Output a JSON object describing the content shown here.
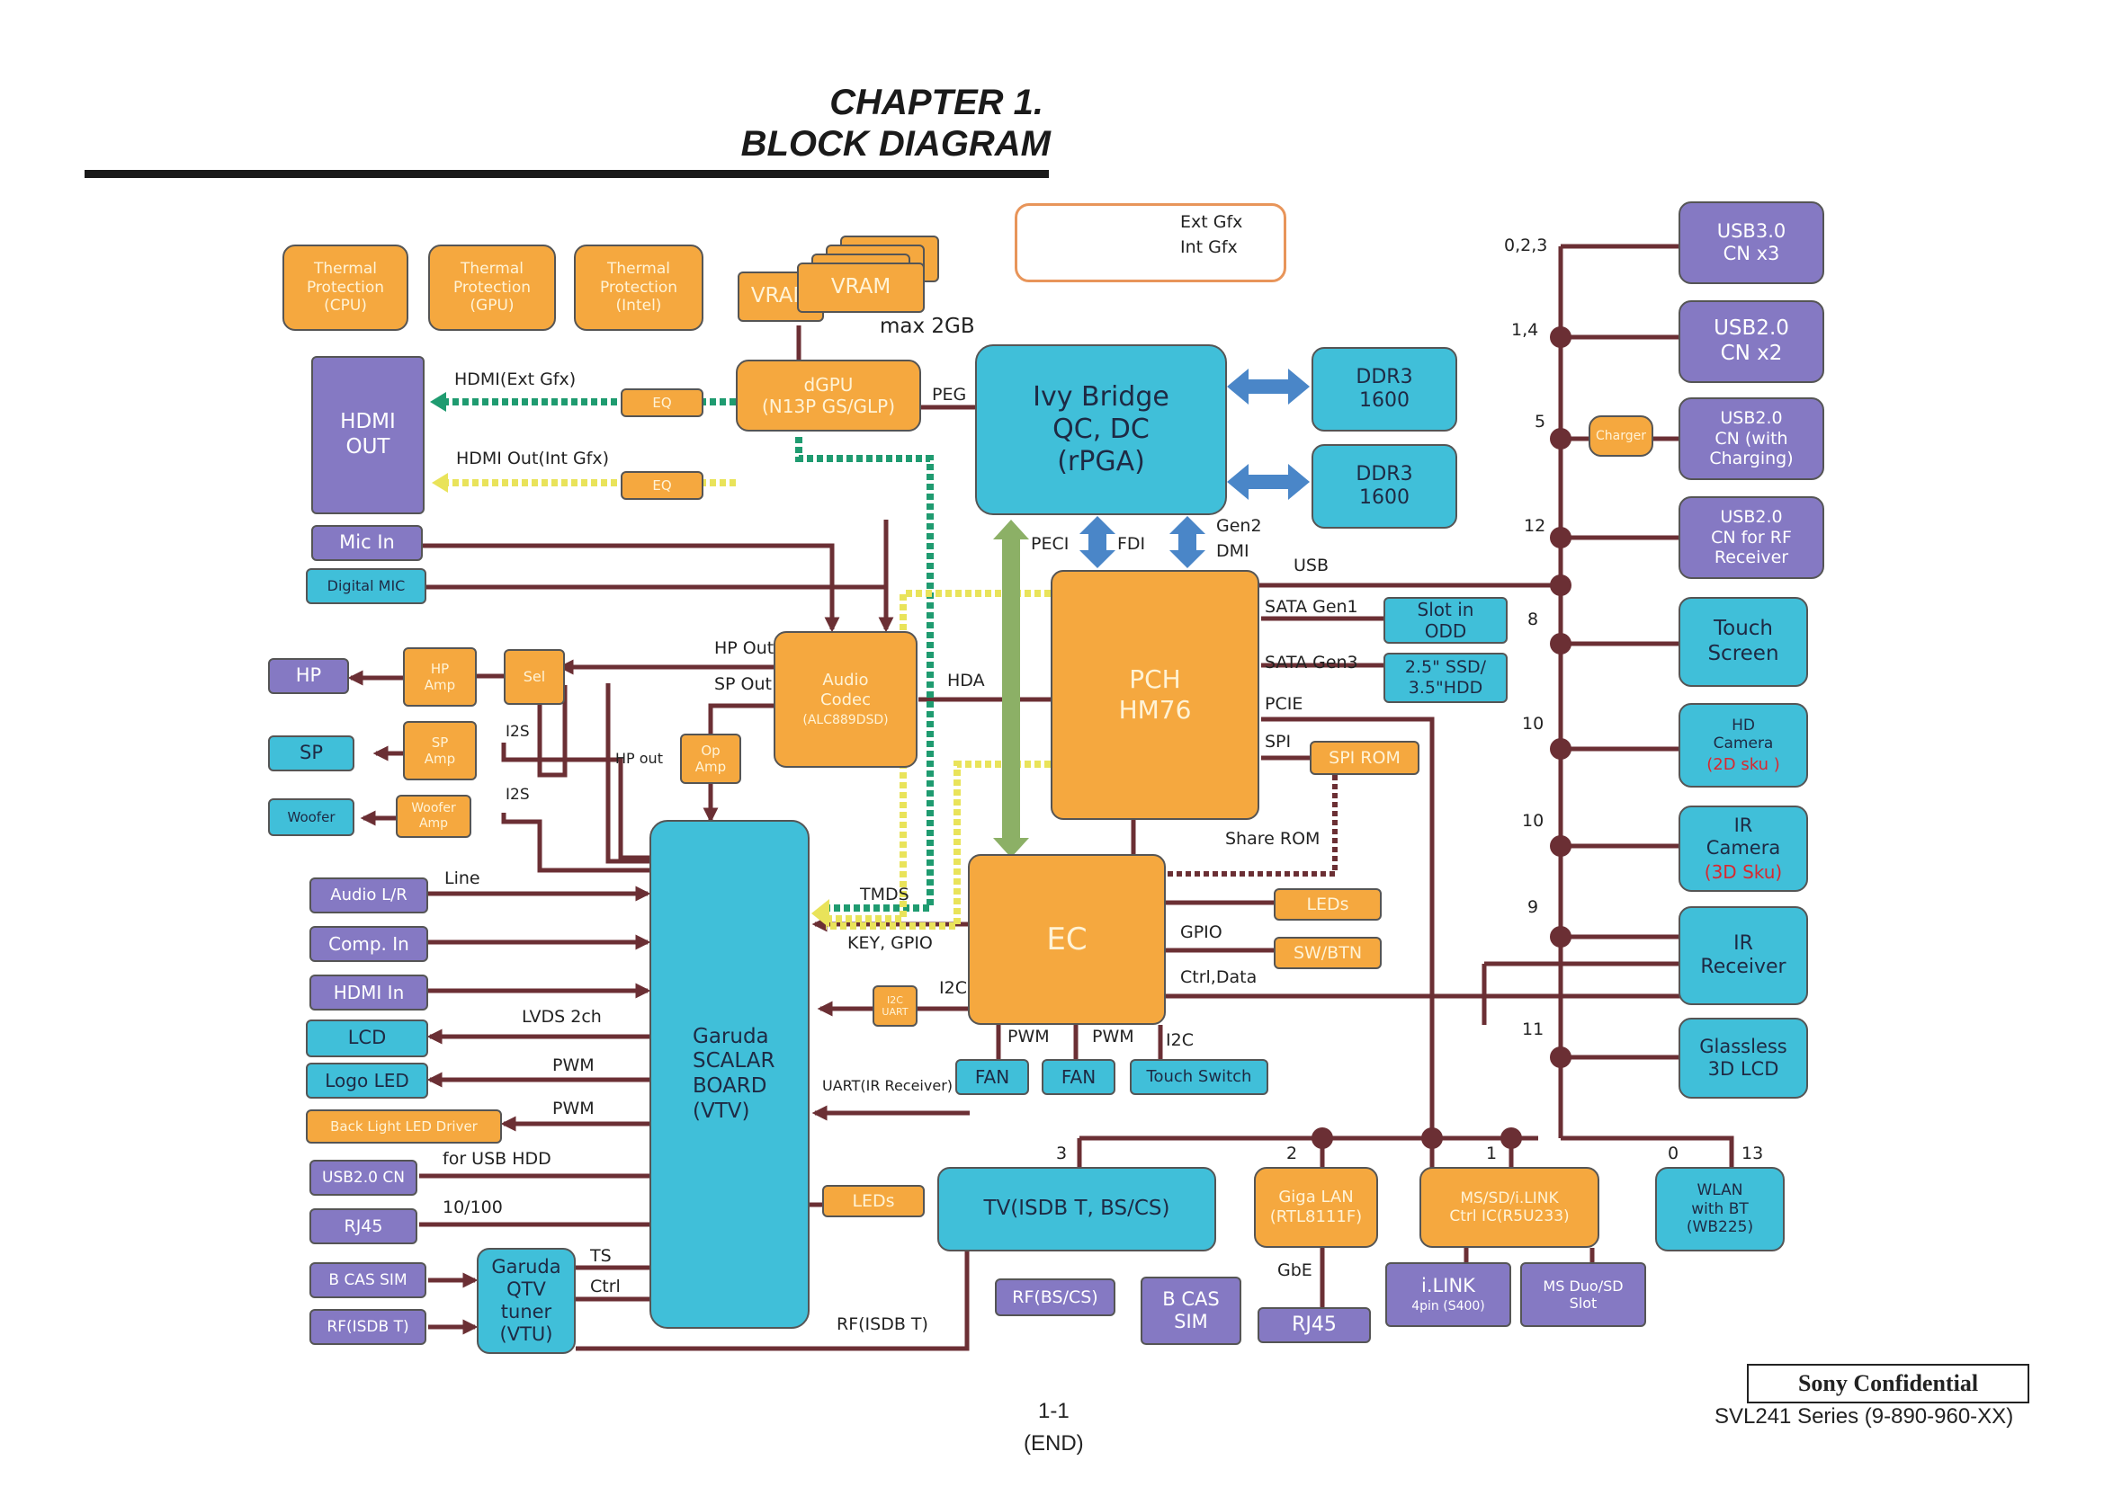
{
  "header": {
    "chapter": "CHAPTER 1.",
    "title": "BLOCK DIAGRAM"
  },
  "legend": {
    "ext": "Ext Gfx",
    "int": "Int Gfx"
  },
  "colors": {
    "wire": "#6b2f34",
    "ext": "#1f9b70",
    "int": "#e9e35a",
    "orange": "#f5a83f",
    "purple": "#8579c3",
    "cyan": "#40bfd9",
    "blue": "#4a86c8",
    "green": "#8cb066"
  },
  "blocks": {
    "thermal_cpu": "Thermal\nProtection\n(CPU)",
    "thermal_gpu": "Thermal\nProtection\n(GPU)",
    "thermal_intel": "Thermal\nProtection\n(Intel)",
    "vram_a": "VRAM",
    "vram_b": "VRAM",
    "vram_max": "max 2GB",
    "dgpu": "dGPU\n(N13P GS/GLP)",
    "cpu": "Ivy  Bridge\nQC, DC\n(rPGA)",
    "ddr3_a": "DDR3\n1600",
    "ddr3_b": "DDR3\n1600",
    "hdmi_out": "HDMI\nOUT",
    "eq_a": "EQ",
    "eq_b": "EQ",
    "mic_in": "Mic In",
    "digital_mic": "Digital MIC",
    "hp": "HP",
    "hp_amp": "HP\nAmp",
    "sel": "Sel",
    "sp": "SP",
    "sp_amp": "SP\nAmp",
    "woofer": "Woofer",
    "woofer_amp": "Woofer\nAmp",
    "audio_codec": "Audio\nCodec",
    "audio_codec_part": "(ALC889DSD)",
    "op_amp": "Op\nAmp",
    "pch": "PCH\nHM76",
    "slot_odd": "Slot in\nODD",
    "ssd_hdd": "2.5\" SSD/\n3.5\"HDD",
    "spi_rom": "SPI ROM",
    "ec": "EC",
    "leds_ec": "LEDs",
    "sw_btn": "SW/BTN",
    "fan_a": "FAN",
    "fan_b": "FAN",
    "touch_switch": "Touch Switch",
    "i2c_uart": "I2C\nUART",
    "garuda": "Garuda\nSCALAR\nBOARD\n(VTV)",
    "audio_lr": "Audio L/R",
    "comp_in": "Comp. In",
    "hdmi_in": "HDMI In",
    "lcd": "LCD",
    "logo_led": "Logo LED",
    "backlight": "Back Light LED Driver",
    "usb2_cn": "USB2.0 CN",
    "rj45_left": "RJ45",
    "bcas_left": "B CAS SIM",
    "rf_left": "RF(ISDB T)",
    "qtv": "Garuda\nQTV\ntuner\n(VTU)",
    "leds_garuda": "LEDs",
    "tv": "TV(ISDB T, BS/CS)",
    "rf_bscs": "RF(BS/CS)",
    "bcas_sim": "B CAS\nSIM",
    "giga_lan": "Giga LAN\n(RTL8111F)",
    "rj45": "RJ45",
    "ms_ctrl": "MS/SD/i.LINK\nCtrl IC(R5U233)",
    "ilink": "i.LINK",
    "ilink_sub": "4pin (S400)",
    "ms_duo": "MS Duo/SD\nSlot",
    "wlan": "WLAN\nwith  BT\n(WB225)",
    "usb30": "USB3.0\nCN x3",
    "usb20": "USB2.0\nCN  x2",
    "usb20_chg": "USB2.0\nCN (with\nCharging)",
    "charger": "Charger",
    "usb20_rf": "USB2.0\nCN for RF\nReceiver",
    "touch_screen": "Touch\nScreen",
    "hd_camera": "HD\nCamera",
    "hd_camera_sku": "(2D sku )",
    "ir_camera": "IR\nCamera",
    "ir_camera_sku": "(3D Sku)",
    "ir_receiver": "IR\nReceiver",
    "glassless": "Glassless\n3D LCD"
  },
  "labels": {
    "hdmi_ext": "HDMI(Ext Gfx)",
    "hdmi_int": "HDMI Out(Int Gfx)",
    "peg": "PEG",
    "peci": "PECI",
    "fdi": "FDI",
    "gen2": "Gen2",
    "dmi": "DMI",
    "usb": "USB",
    "sata1": "SATA  Gen1",
    "sata3": "SATA  Gen3",
    "pcie": "PCIE",
    "spi": "SPI",
    "share_rom": "Share ROM",
    "hp_out": "HP Out",
    "sp_out": "SP Out",
    "hda": "HDA",
    "i2s_a": "I2S",
    "i2s_b": "I2S",
    "hp_out_small": "HP out",
    "line": "Line",
    "tmds": "TMDS",
    "key_gpio": "KEY, GPIO",
    "gpio": "GPIO",
    "ctrl_data": "Ctrl,Data",
    "i2c": "I2C",
    "i2c_b": "I2C",
    "pwm_a": "PWM",
    "pwm_b": "PWM",
    "lvds": "LVDS 2ch",
    "pwm_logo": "PWM",
    "pwm_bl": "PWM",
    "uart_ir": "UART(IR Receiver)",
    "for_usb_hdd": "for USB HDD",
    "ten_100": "10/100",
    "ts": "TS",
    "ctrl": "Ctrl",
    "rf_isdb": "RF(ISDB T)",
    "gbe": "GbE",
    "p3": "3",
    "p2": "2",
    "p1": "1",
    "p0": "0",
    "p13": "13",
    "u023": "0,2,3",
    "u14": "1,4",
    "u5": "5",
    "u12": "12",
    "u8": "8",
    "u10a": "10",
    "u10b": "10",
    "u9": "9",
    "u11": "11"
  },
  "footer": {
    "confidential": "Sony Confidential",
    "series": "SVL241 Series (9-890-960-XX)",
    "page": "1-1",
    "end": "(END)"
  }
}
